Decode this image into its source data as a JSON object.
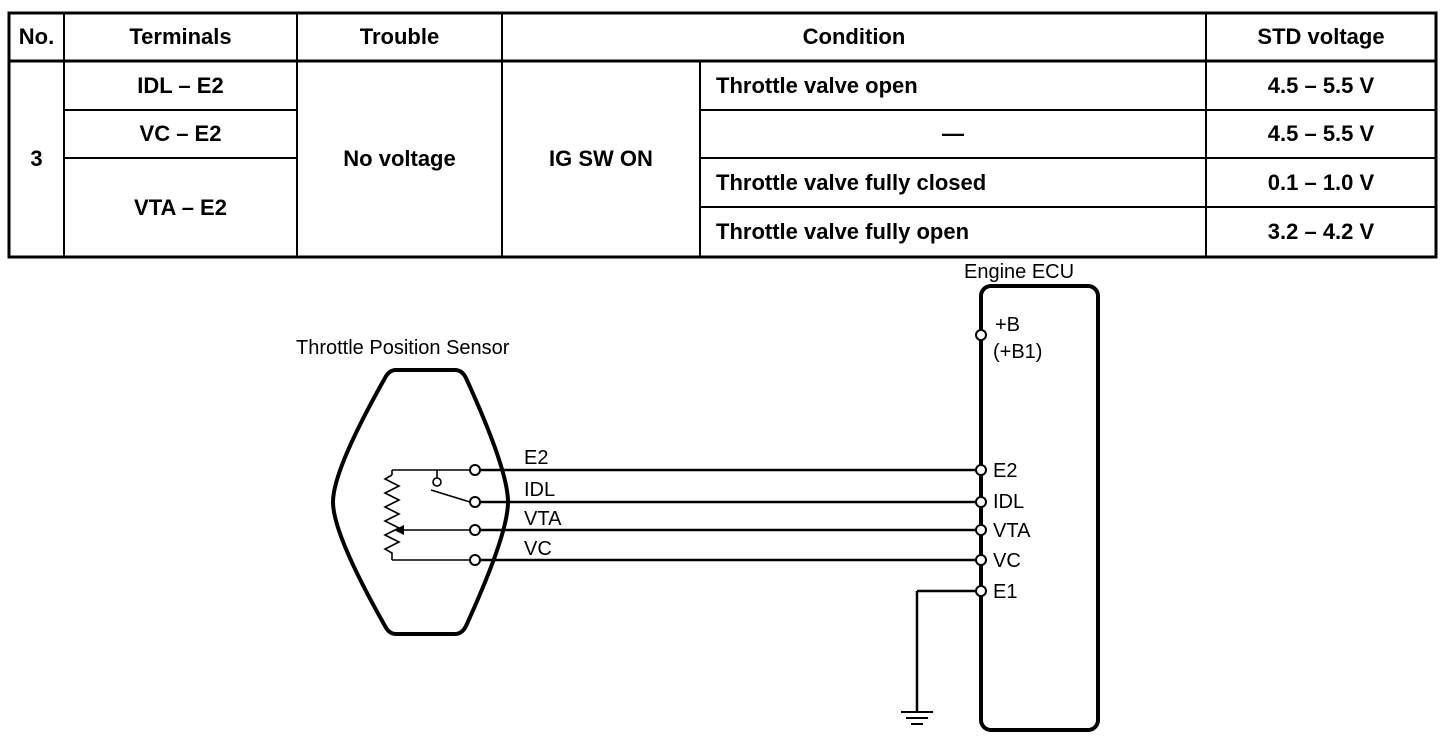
{
  "table": {
    "headers": {
      "no": "No.",
      "terminals": "Terminals",
      "trouble": "Trouble",
      "condition": "Condition",
      "std_voltage": "STD voltage"
    },
    "no": "3",
    "trouble": "No voltage",
    "ig": "IG SW ON",
    "terminals": [
      "IDL  – E2",
      "VC  – E2",
      "VTA  – E2"
    ],
    "conditions": [
      "Throttle valve open",
      "—",
      "Throttle valve fully closed",
      "Throttle valve fully open"
    ],
    "voltages": [
      "4.5 – 5.5 V",
      "4.5 – 5.5 V",
      "0.1 – 1.0 V",
      "3.2 – 4.2 V"
    ]
  },
  "diagram": {
    "sensor_title": "Throttle Position Sensor",
    "ecu_title": "Engine ECU",
    "sensor_terminals": [
      "E2",
      "IDL",
      "VTA",
      "VC"
    ],
    "ecu_terminals": [
      "E2",
      "IDL",
      "VTA",
      "VC",
      "E1"
    ],
    "ecu_power": "+B",
    "ecu_power_alt": "(+B1)"
  }
}
